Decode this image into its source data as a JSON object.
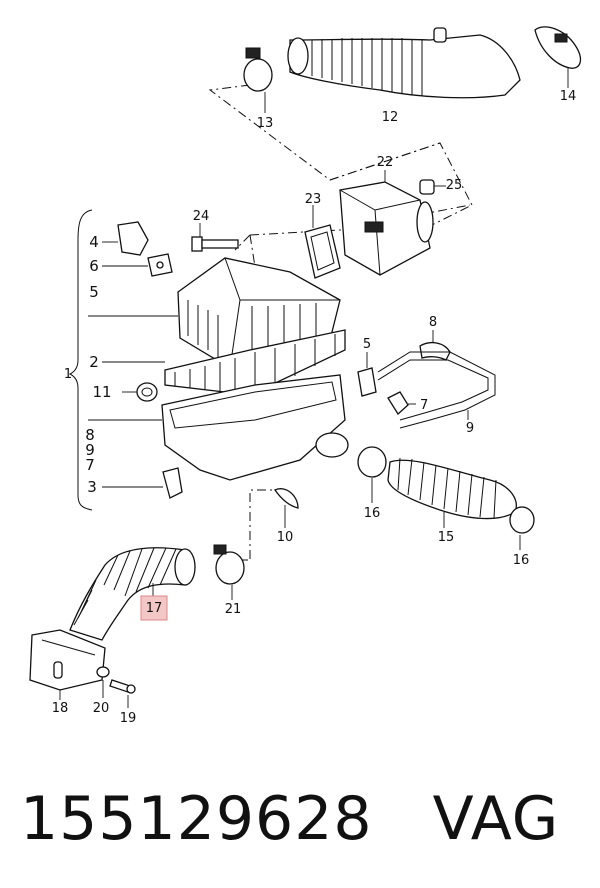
{
  "diagram": {
    "callouts": {
      "c1": "1",
      "c2": "2",
      "c3": "3",
      "c4": "4",
      "c5a": "5",
      "c5b": "5",
      "c6": "6",
      "c7a": "7",
      "c7b": "7",
      "c8a": "8",
      "c8b": "8",
      "c9a": "9",
      "c9b": "9",
      "c10": "10",
      "c11": "11",
      "c12": "12",
      "c13": "13",
      "c14": "14",
      "c15": "15",
      "c16a": "16",
      "c16b": "16",
      "c17": "17",
      "c18": "18",
      "c19": "19",
      "c20": "20",
      "c21": "21",
      "c22": "22",
      "c23": "23",
      "c24": "24",
      "c25": "25"
    },
    "highlight_color": "#f4c7c7",
    "highlight_border": "#d88"
  },
  "footer": {
    "part_number": "155129628",
    "brand": "VAG"
  }
}
